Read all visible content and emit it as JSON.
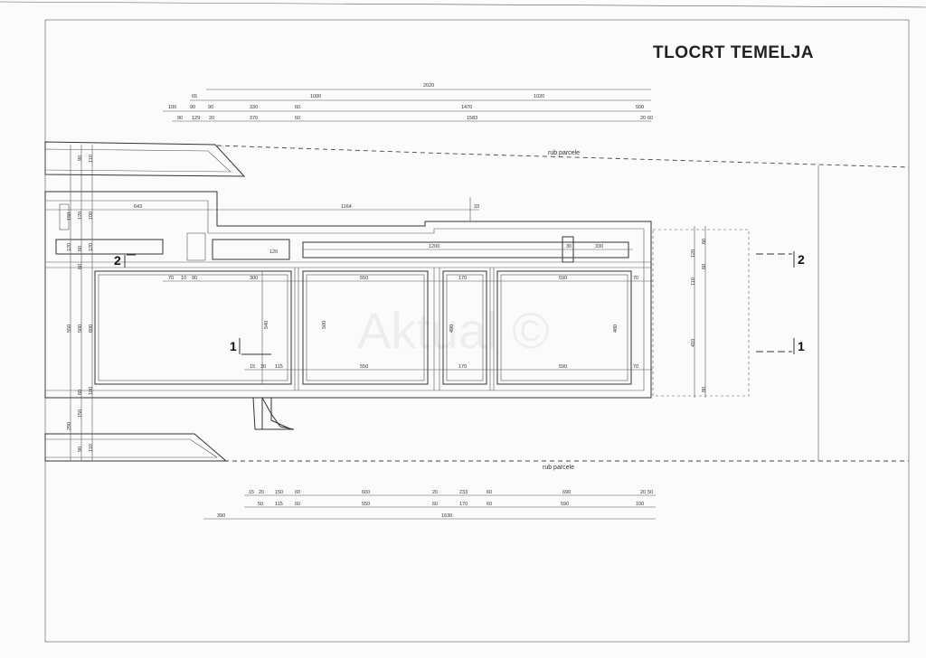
{
  "title": "TLOCRT TEMELJA",
  "watermark": "Aktual ©",
  "labels": {
    "parcel_top": "rub parcele",
    "parcel_bottom": "rub parcele"
  },
  "sections": {
    "s1": "1",
    "s2": "2"
  },
  "top_dims": {
    "row1": [
      "2020"
    ],
    "row2": [
      "65",
      "1000",
      "1020"
    ],
    "row3": [
      "100",
      "90",
      "90",
      "330",
      "60",
      "1470",
      "500"
    ],
    "row4": [
      "90",
      "129",
      "20",
      "370",
      "60",
      "1583",
      "20",
      "60"
    ]
  },
  "bottom_dims": {
    "row1": [
      "15",
      "20",
      "150",
      "60",
      "600",
      "20",
      "233",
      "60",
      "690",
      "20",
      "50"
    ],
    "row2": [
      "50",
      "115",
      "60",
      "550",
      "60",
      "170",
      "60",
      "590",
      "100"
    ],
    "row3": [
      "390",
      "1630"
    ]
  },
  "plan_dims": {
    "d643": "643",
    "d1164": "1164",
    "d33": "33",
    "d1200": "1200",
    "d330": "330",
    "d30": "30",
    "d120": "120",
    "h70": "70",
    "h10": "10",
    "h90": "90",
    "h300": "300",
    "h550": "550",
    "h170": "170",
    "h590": "590",
    "h70r": "70",
    "v540": "540",
    "v500": "500",
    "v490": "490",
    "v480": "480",
    "b15": "15",
    "b30": "30",
    "b115": "115",
    "b550": "550",
    "b170": "170",
    "b590": "590",
    "b70": "70"
  },
  "left_dims": [
    "90",
    "110",
    "150",
    "120",
    "100",
    "120",
    "60",
    "120",
    "60",
    "550",
    "500",
    "600",
    "60",
    "100",
    "150",
    "290",
    "90",
    "110"
  ],
  "right_dims": [
    "120",
    "60",
    "60",
    "110",
    "410",
    "80"
  ]
}
